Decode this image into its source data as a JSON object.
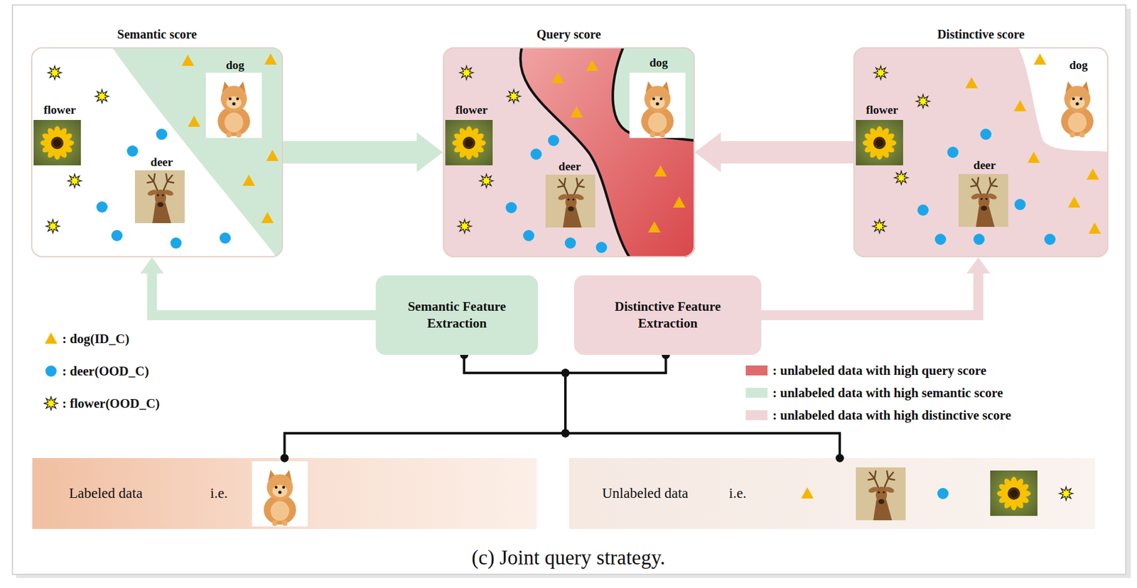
{
  "diagram": {
    "caption": "(c) Joint query strategy.",
    "nodes": [
      {
        "text": [
          "Semantic score",
          "flower",
          "dog",
          "deer"
        ]
      },
      {
        "text": [
          "Query score",
          "flower",
          "dog",
          "deer"
        ]
      },
      {
        "text": [
          "Distinctive score",
          "flower",
          "dog",
          "deer"
        ]
      },
      {
        "text": [
          "Semantic Feature Extraction"
        ]
      },
      {
        "text": [
          "Distinctive Feature Extraction"
        ]
      },
      {
        "text": [
          "Labeled data",
          "i.e."
        ]
      },
      {
        "text": [
          "Unlabeled data",
          "i.e."
        ]
      }
    ],
    "edges": [
      {
        "from": 0,
        "to": 1,
        "arrow": "to"
      },
      {
        "from": 2,
        "to": 1,
        "arrow": "to"
      },
      {
        "from": 3,
        "to": 0,
        "arrow": "to"
      },
      {
        "from": 4,
        "to": 2,
        "arrow": "to"
      },
      {
        "from": 5,
        "to": 3,
        "arrow": "none"
      },
      {
        "from": 5,
        "to": 4,
        "arrow": "none"
      },
      {
        "from": 6,
        "to": 3,
        "arrow": "none"
      },
      {
        "from": 6,
        "to": 4,
        "arrow": "none"
      }
    ],
    "legend": [
      {
        "text": ": dog(ID_C)"
      },
      {
        "text": ": deer(OOD_C)"
      },
      {
        "text": ": flower(OOD_C)"
      },
      {
        "text": ": unlabeled data with high query score",
        "color": "#e06b6b"
      },
      {
        "text": ": unlabeled data with high semantic score",
        "color": "#cfe8d5"
      },
      {
        "text": ": unlabeled data with high distinctive score",
        "color": "#efd5d8"
      }
    ]
  }
}
